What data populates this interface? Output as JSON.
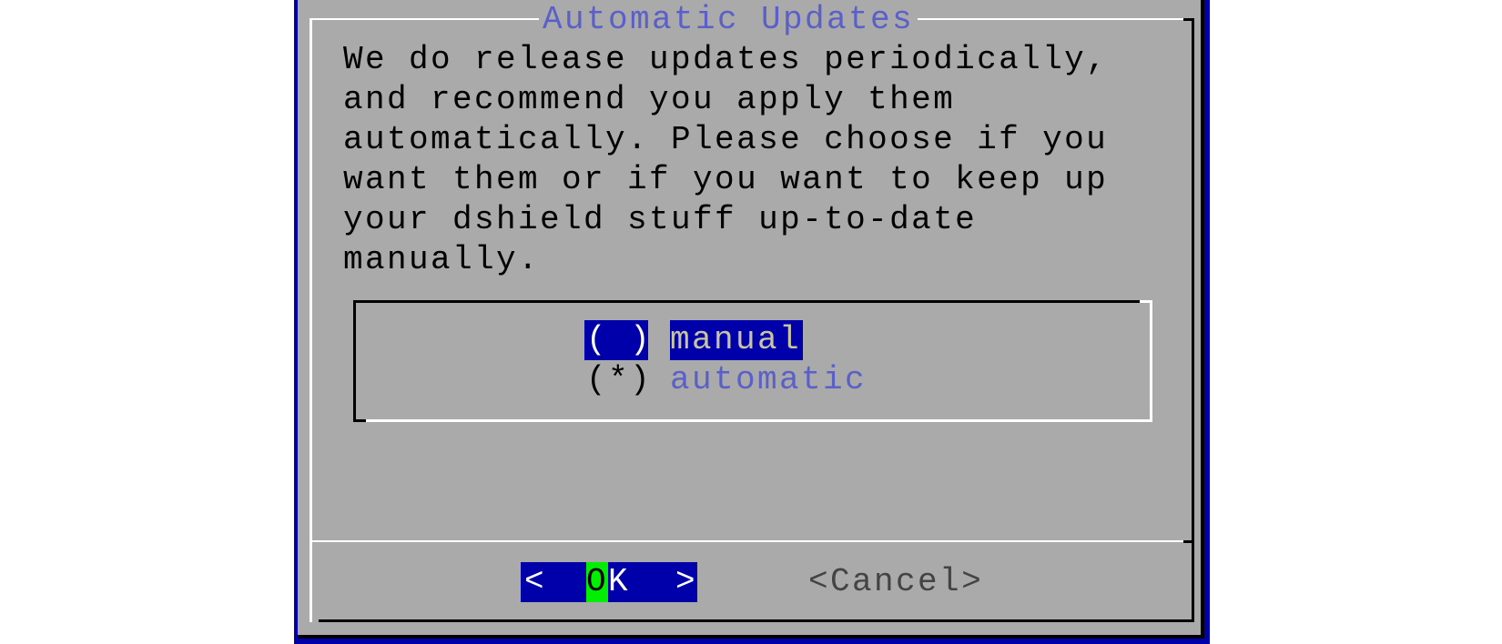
{
  "dialog": {
    "title": "Automatic Updates",
    "message": "We do release updates periodically,\nand recommend you apply them\nautomatically. Please choose if you\nwant them or if you want to keep up\nyour dshield stuff up-to-date\nmanually."
  },
  "options": [
    {
      "mark": "( )",
      "label": "manual",
      "selected": false,
      "highlighted": true
    },
    {
      "mark": "(*)",
      "label": "automatic",
      "selected": true,
      "highlighted": false
    }
  ],
  "buttons": {
    "ok": {
      "open": "<",
      "hotkey": "O",
      "rest": "K",
      "close": ">"
    },
    "cancel": {
      "open": "<",
      "hotkey": "C",
      "rest": "ancel",
      "close": ">"
    }
  },
  "colors": {
    "background": "#0000aa",
    "dialog": "#aaaaaa",
    "title": "#5a60c8",
    "highlight": "#0000aa",
    "hotkey": "#00ee00"
  }
}
